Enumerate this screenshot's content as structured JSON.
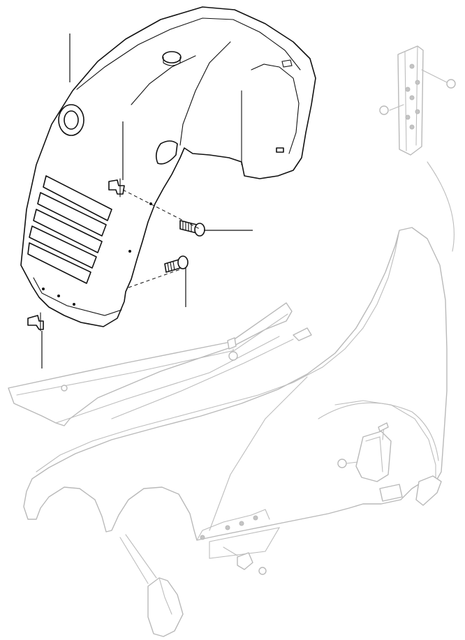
{
  "diagram": {
    "kind": "exploded parts view",
    "palette": {
      "line_dark": "#111111",
      "line_ghost": "#b9b9b9",
      "background": "#ffffff"
    },
    "parts": [
      {
        "id": "wheel-arch-liner",
        "state": "highlighted"
      },
      {
        "id": "clip-upper",
        "state": "highlighted"
      },
      {
        "id": "screw-middle",
        "state": "highlighted"
      },
      {
        "id": "screw-lower",
        "state": "highlighted"
      },
      {
        "id": "clip-front",
        "state": "highlighted"
      },
      {
        "id": "fender",
        "state": "ghosted"
      },
      {
        "id": "fender-rail-strip",
        "state": "ghosted"
      },
      {
        "id": "mounting-bracket",
        "state": "ghosted"
      },
      {
        "id": "mud-flap",
        "state": "ghosted"
      }
    ],
    "callouts": []
  }
}
